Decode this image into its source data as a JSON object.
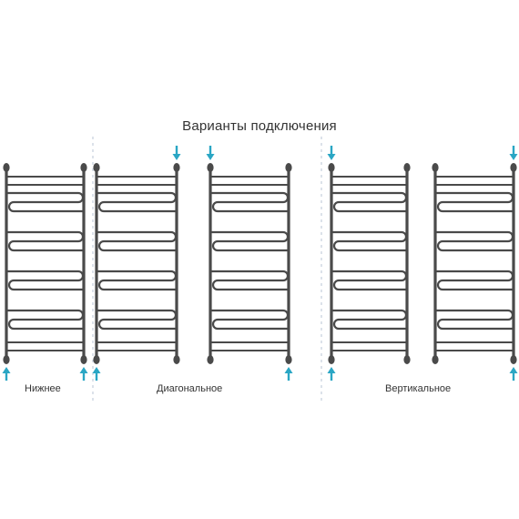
{
  "title": "Варианты подключения",
  "groups": [
    {
      "label": "Нижнее",
      "rails": 1
    },
    {
      "label": "Диагональное",
      "rails": 2
    },
    {
      "label": "Вертикальное",
      "rails": 2
    }
  ],
  "colors": {
    "rail": "#4a4a4a",
    "arrow": "#2aa6c4",
    "divider": "#b8c4d4",
    "text": "#333333"
  },
  "icons": [
    "arrow-up-icon",
    "arrow-down-icon"
  ]
}
